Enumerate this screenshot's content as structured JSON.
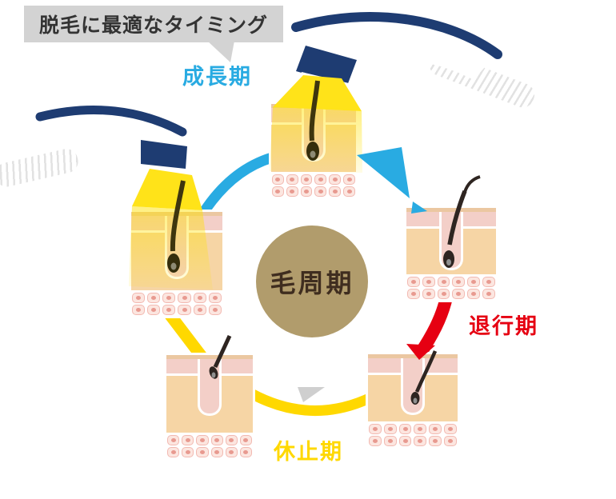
{
  "title": {
    "text": "脱毛に最適なタイミング"
  },
  "center_circle": {
    "label": "毛周期"
  },
  "phases": {
    "growth": {
      "label": "成長期",
      "color": "#29abe2"
    },
    "regression": {
      "label": "退行期",
      "color": "#e60012"
    },
    "resting": {
      "label": "休止期",
      "color": "#ffd800"
    }
  },
  "palette": {
    "title_bg": "#d3d3d3",
    "title_text": "#333333",
    "device_navy": "#1e3c72",
    "beam_yellow": "#ffe319",
    "arrow_blue": "#29abe2",
    "arrow_red": "#e60012",
    "arrow_yellow": "#ffd800",
    "circle_bg": "#b19c6c",
    "circle_text": "#3f2d1f",
    "skin_dermis": "#f6d5a5",
    "skin_epidermis": "#f3cfc8",
    "skin_surface": "#ebc7a1",
    "fat_cell": "#fce6e0"
  }
}
